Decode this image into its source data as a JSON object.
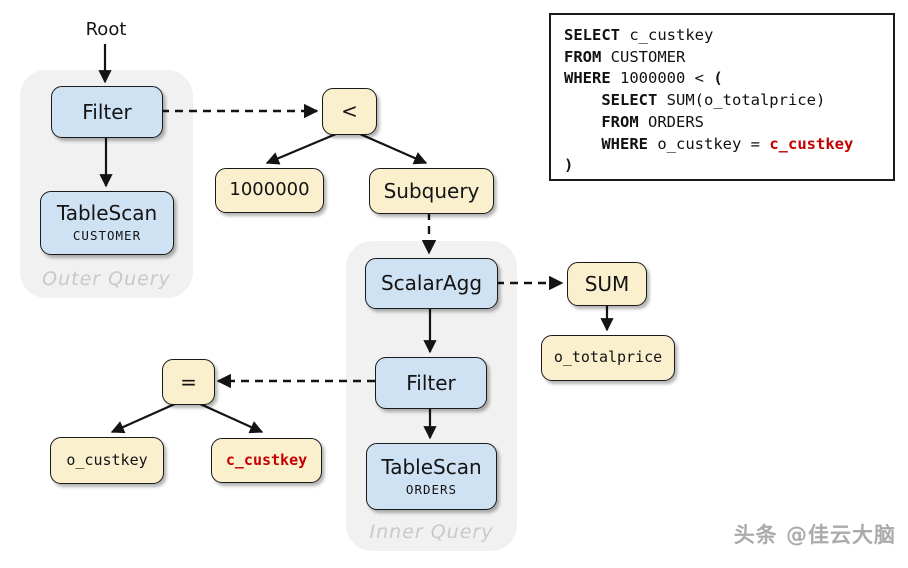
{
  "diagram": {
    "root_label": "Root",
    "groups": {
      "outer": {
        "label": "Outer Query"
      },
      "inner": {
        "label": "Inner Query"
      }
    },
    "nodes": {
      "filter_outer": {
        "label": "Filter"
      },
      "tablescan_customer": {
        "label": "TableScan",
        "table": "CUSTOMER"
      },
      "less_than": {
        "label": "<"
      },
      "constant": {
        "label": "1000000"
      },
      "subquery": {
        "label": "Subquery"
      },
      "scalar_agg": {
        "label": "ScalarAgg"
      },
      "sum": {
        "label": "SUM"
      },
      "o_totalprice": {
        "label": "o_totalprice"
      },
      "filter_inner": {
        "label": "Filter"
      },
      "equals": {
        "label": "="
      },
      "o_custkey": {
        "label": "o_custkey"
      },
      "c_custkey": {
        "label": "c_custkey"
      },
      "tablescan_orders": {
        "label": "TableScan",
        "table": "ORDERS"
      }
    }
  },
  "sql": {
    "lines": [
      [
        {
          "t": "SELECT",
          "s": "kw"
        },
        {
          "t": " c_custkey",
          "s": "plain"
        }
      ],
      [
        {
          "t": "FROM",
          "s": "kw"
        },
        {
          "t": " CUSTOMER",
          "s": "plain"
        }
      ],
      [
        {
          "t": "WHERE",
          "s": "kw"
        },
        {
          "t": " 1000000 < ",
          "s": "plain"
        },
        {
          "t": "(",
          "s": "kw"
        }
      ],
      [
        {
          "t": "    ",
          "s": "plain"
        },
        {
          "t": "SELECT",
          "s": "kw"
        },
        {
          "t": " SUM(o_totalprice)",
          "s": "plain"
        }
      ],
      [
        {
          "t": "    ",
          "s": "plain"
        },
        {
          "t": "FROM",
          "s": "kw"
        },
        {
          "t": " ORDERS",
          "s": "plain"
        }
      ],
      [
        {
          "t": "    ",
          "s": "plain"
        },
        {
          "t": "WHERE",
          "s": "kw"
        },
        {
          "t": " o_custkey = ",
          "s": "plain"
        },
        {
          "t": "c_custkey",
          "s": "red"
        }
      ],
      [
        {
          "t": ")",
          "s": "kw"
        }
      ]
    ]
  },
  "watermark": "头条 @佳云大脑",
  "colors": {
    "node_blue": "#cfe2f3",
    "node_yellow": "#faf0ce",
    "node_border": "#1a1a1a",
    "group_bg": "#f1f1f1",
    "group_label": "#c9c9c9",
    "accent_red": "#c40000"
  }
}
